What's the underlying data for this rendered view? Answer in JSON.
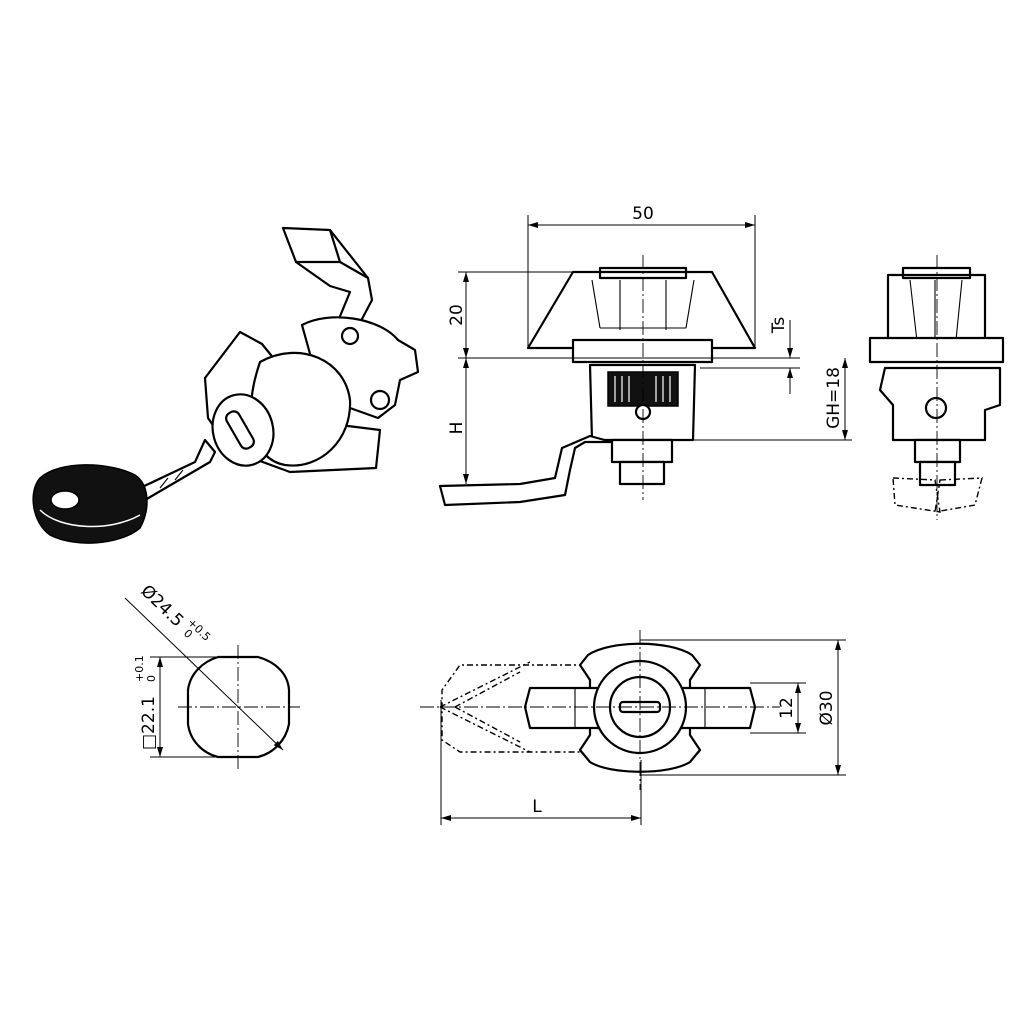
{
  "drawing": {
    "dimensions": {
      "width_top": "50",
      "handle_height": "20",
      "ts": "Ts",
      "h": "H",
      "grip_height": "GH=18",
      "cutout_diameter": "Ø24.5",
      "cutout_diameter_tol_upper": "+0.5",
      "cutout_diameter_tol_lower": "0",
      "cutout_square": "□22.1",
      "cutout_square_tol_upper": "+0.1",
      "cutout_square_tol_lower": "0",
      "handle_width": "12",
      "body_diameter": "Ø30",
      "length": "L"
    }
  }
}
